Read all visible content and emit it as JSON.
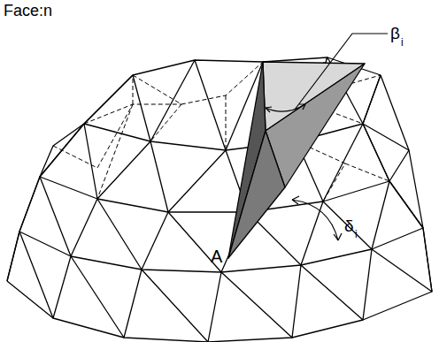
{
  "diagram": {
    "labels": [
      "Face:n",
      "β",
      "i",
      "δ",
      "i",
      "A"
    ]
  }
}
